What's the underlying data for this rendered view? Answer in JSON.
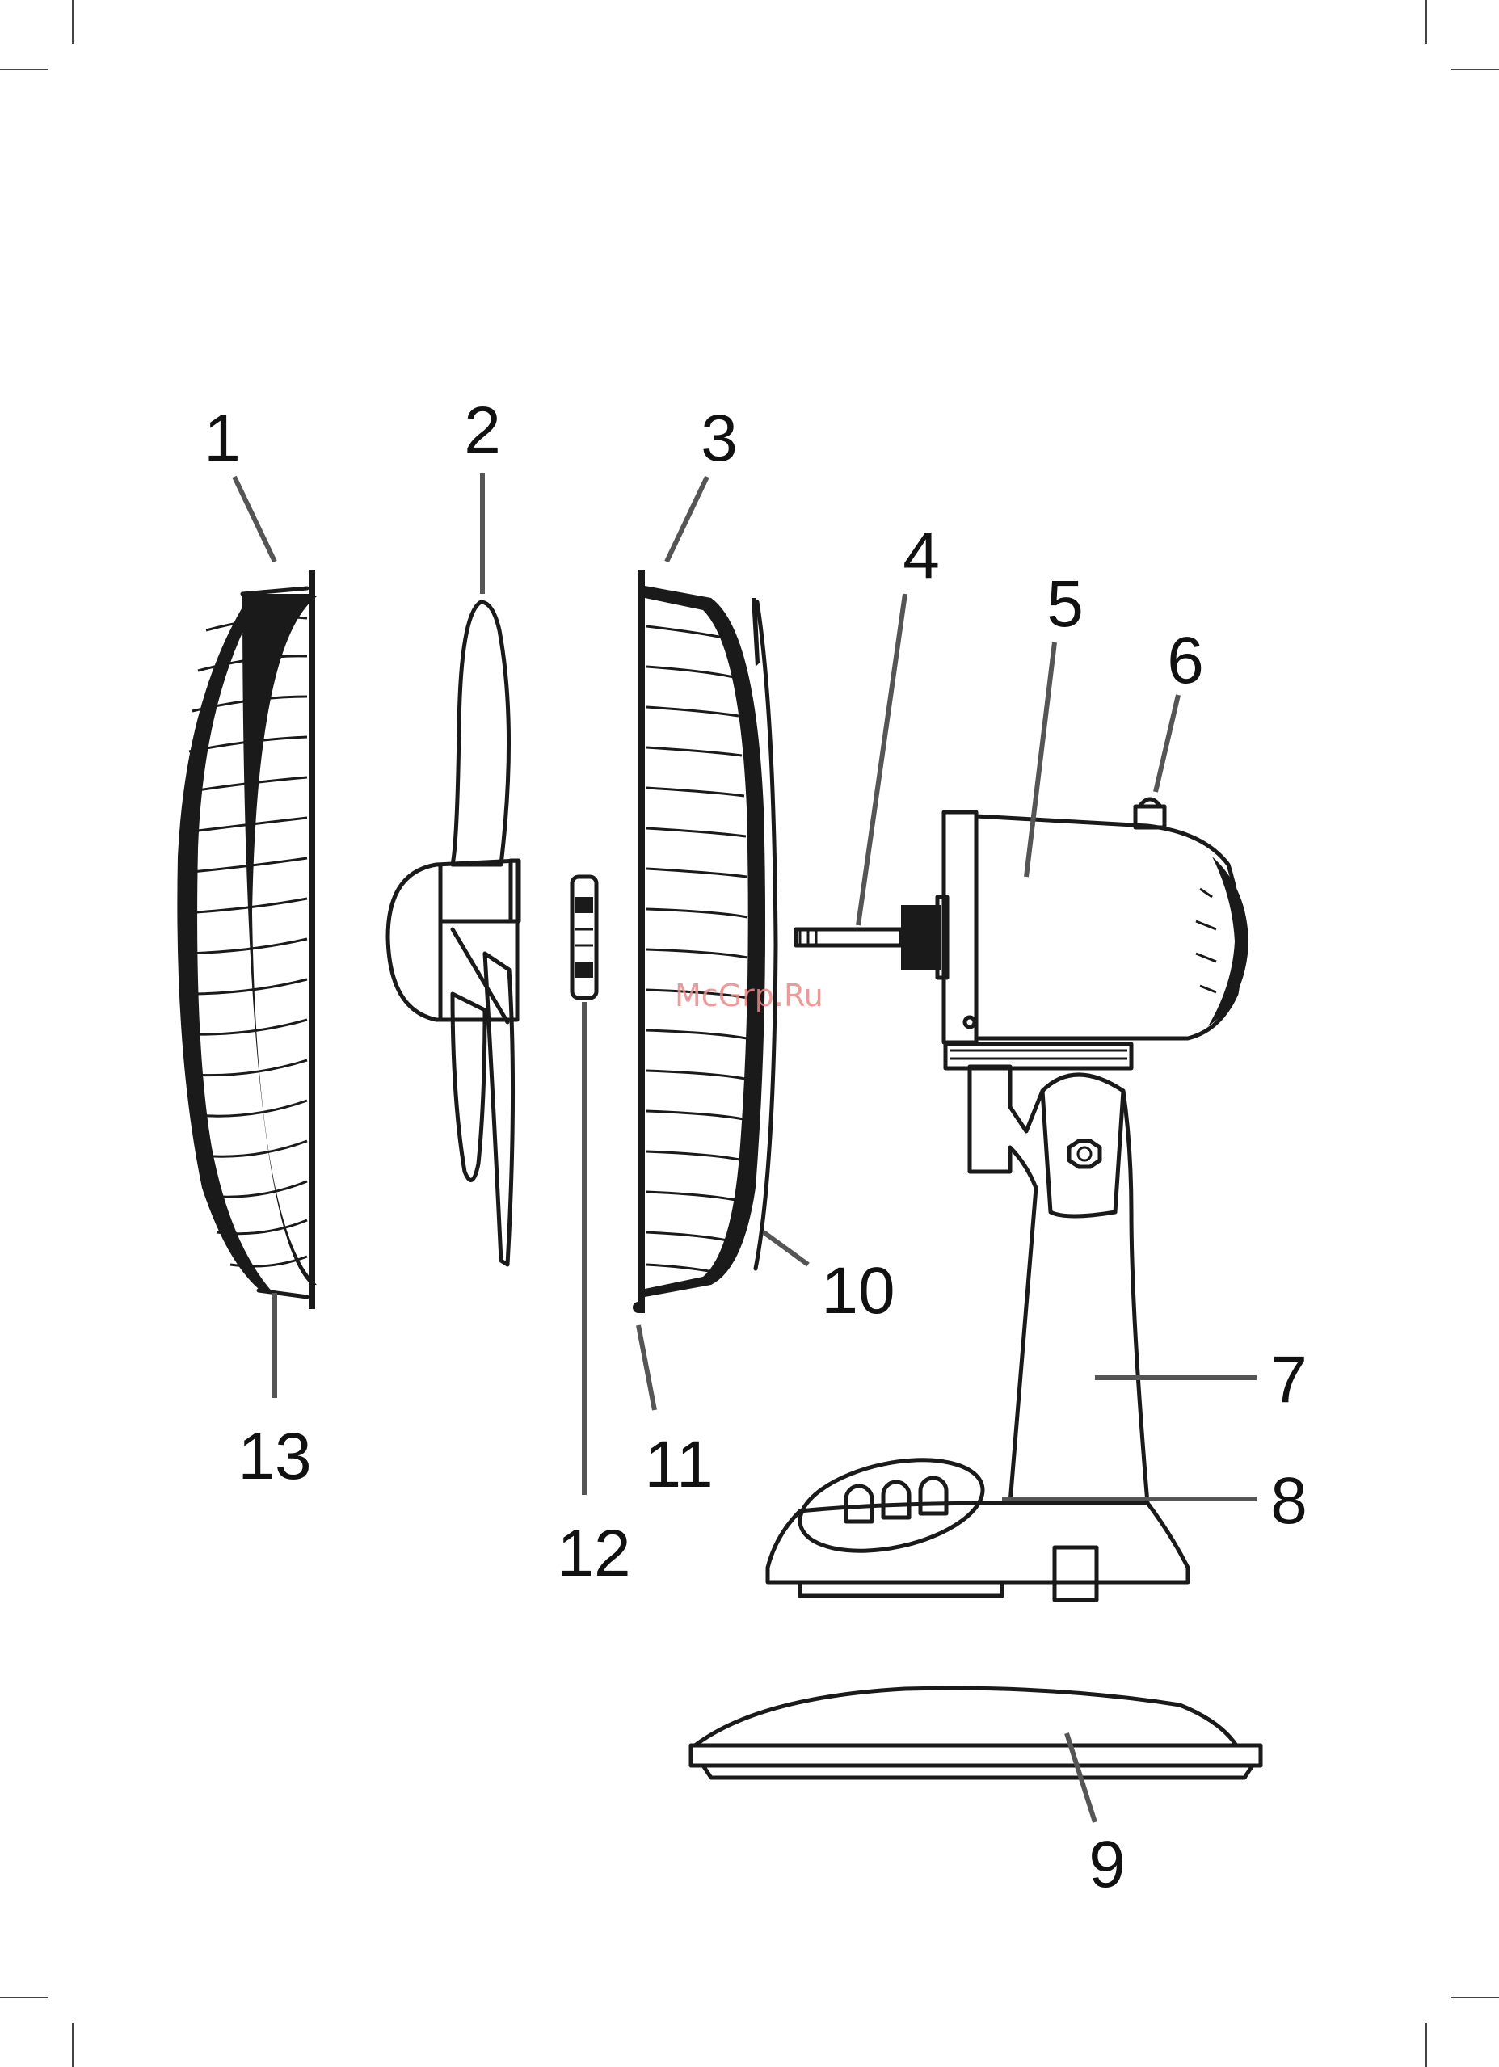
{
  "diagram": {
    "callouts": [
      {
        "id": "1",
        "label": "1"
      },
      {
        "id": "2",
        "label": "2"
      },
      {
        "id": "3",
        "label": "3"
      },
      {
        "id": "4",
        "label": "4"
      },
      {
        "id": "5",
        "label": "5"
      },
      {
        "id": "6",
        "label": "6"
      },
      {
        "id": "7",
        "label": "7"
      },
      {
        "id": "8",
        "label": "8"
      },
      {
        "id": "9",
        "label": "9"
      },
      {
        "id": "10",
        "label": "10"
      },
      {
        "id": "11",
        "label": "11"
      },
      {
        "id": "12",
        "label": "12"
      },
      {
        "id": "13",
        "label": "13"
      }
    ]
  },
  "watermark": {
    "text": "McGrp.Ru"
  }
}
